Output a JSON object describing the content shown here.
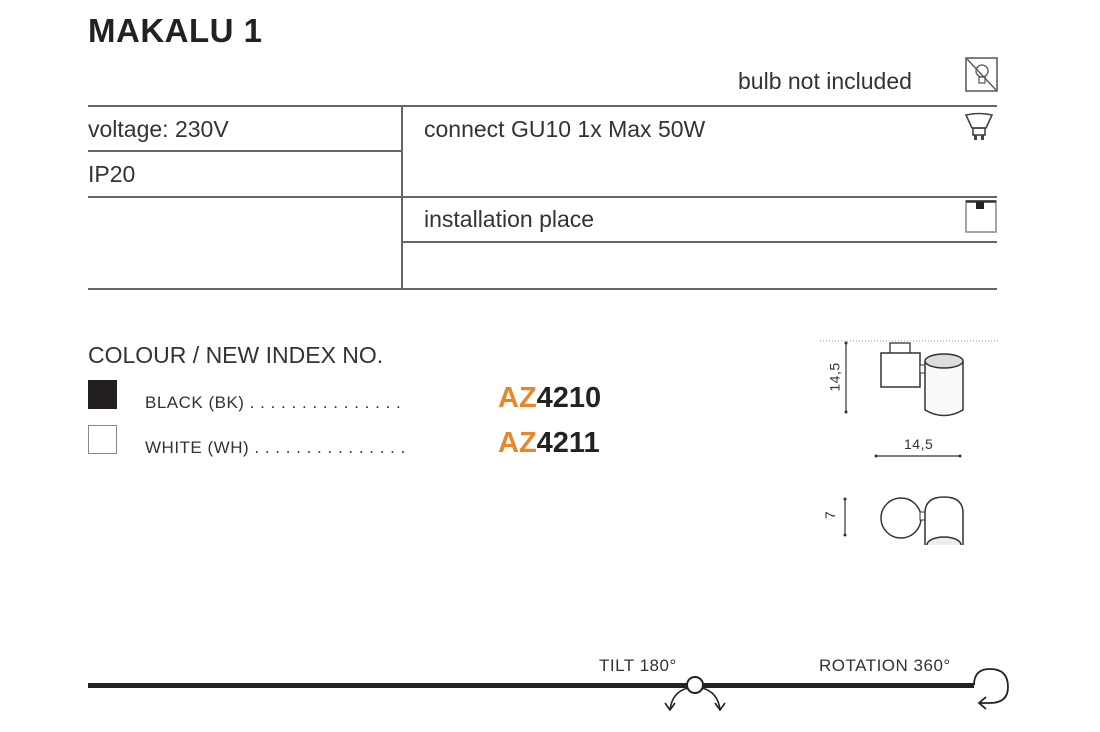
{
  "title": "MAKALU 1",
  "bulb_note": "bulb not included",
  "specs": {
    "voltage": "voltage: 230V",
    "ip": "IP20",
    "connect": "connect GU10 1x Max 50W",
    "installation": "installation place"
  },
  "colours": {
    "heading": "COLOUR / NEW INDEX NO.",
    "items": [
      {
        "label": "BLACK (BK)",
        "dots": ". . . . . . . . . . . . . . .",
        "prefix": "AZ",
        "number": "4210",
        "swatch": "#231f20"
      },
      {
        "label": "WHITE (WH)",
        "dots": ". . . . . . . . . . . . . . .",
        "prefix": "AZ",
        "number": "4211",
        "swatch": "#ffffff"
      }
    ]
  },
  "dimensions": {
    "height": "14,5",
    "width": "14,5",
    "depth": "7"
  },
  "features": {
    "tilt": "TILT 180°",
    "rotation": "ROTATION 360°"
  },
  "accent": "#e8872a"
}
